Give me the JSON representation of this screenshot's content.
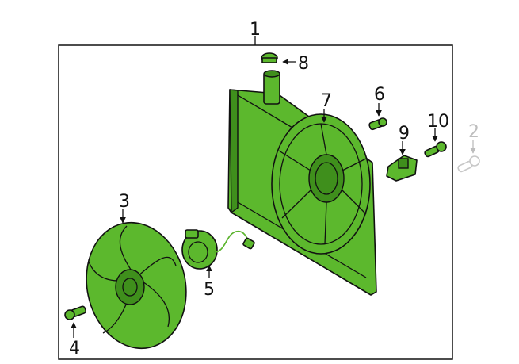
{
  "diagram": {
    "callouts": {
      "c1": "1",
      "c2": "2",
      "c3": "3",
      "c4": "4",
      "c5": "5",
      "c6": "6",
      "c7": "7",
      "c8": "8",
      "c9": "9",
      "c10": "10"
    },
    "colors": {
      "part_fill": "#5cb82d",
      "outline": "#111111",
      "ghost": "#bdbdbd"
    }
  }
}
